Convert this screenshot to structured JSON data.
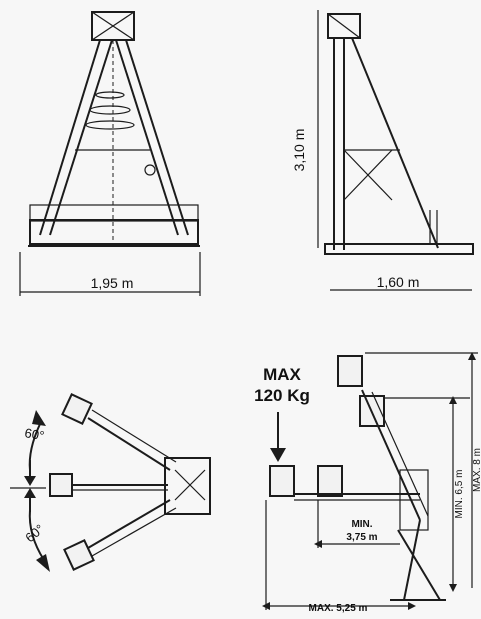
{
  "dimensions": {
    "front_width": "1,95 m",
    "side_height": "3,10 m",
    "side_length": "1,60 m",
    "rotation_top": "60°",
    "rotation_bottom": "60°",
    "max_load_line1": "MAX",
    "max_load_line2": "120 Kg",
    "min_height": "MIN. 6,5 m",
    "max_height": "MAX. 8 m",
    "min_reach_line1": "MIN.",
    "min_reach_line2": "3,75 m",
    "max_reach": "MAX. 5,25 m"
  },
  "colors": {
    "ink": "#1c1c1c",
    "paper": "#f7f7f7"
  }
}
